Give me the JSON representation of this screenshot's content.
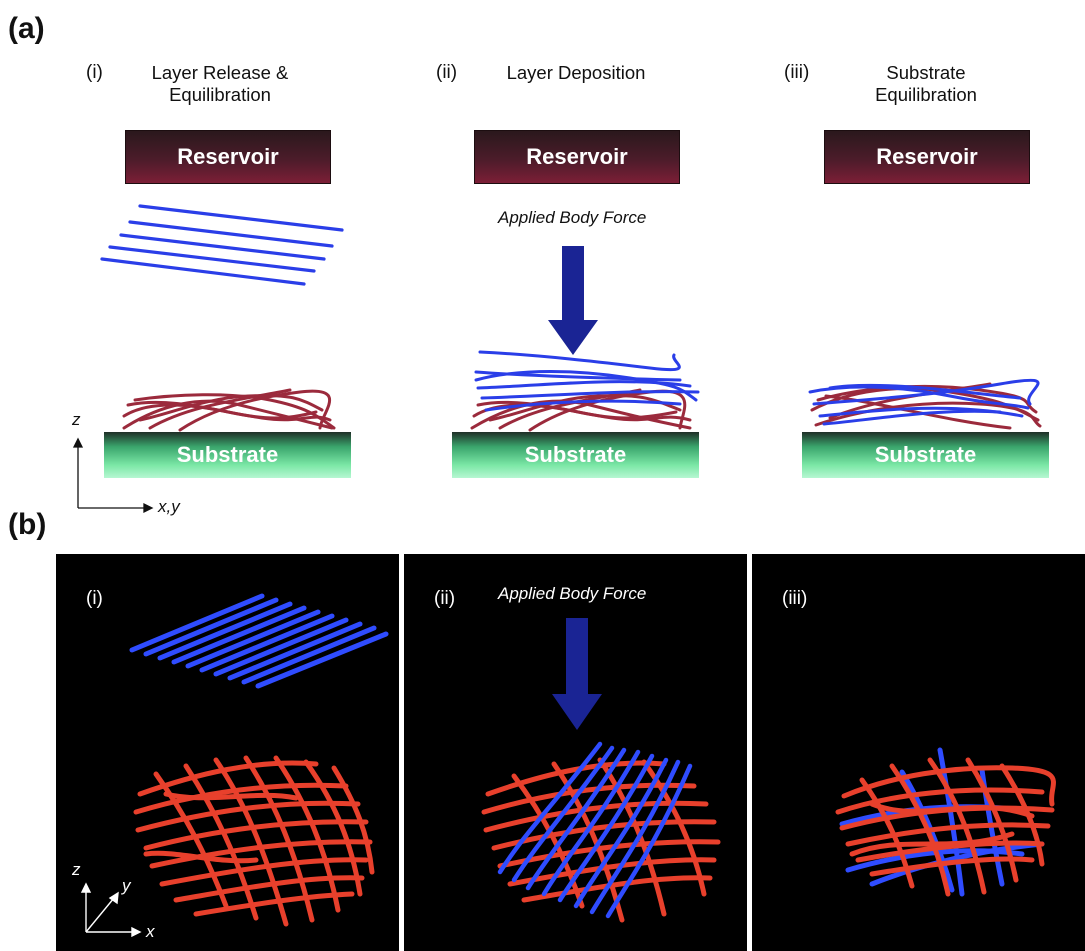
{
  "part_a": {
    "label": "(a)",
    "columns": [
      {
        "numeral": "(i)",
        "caption_lines": [
          "Layer Release &",
          "Equilibration"
        ],
        "reservoir": "Reservoir",
        "substrate": "Substrate"
      },
      {
        "numeral": "(ii)",
        "caption_lines": [
          "Layer Deposition"
        ],
        "reservoir": "Reservoir",
        "substrate": "Substrate",
        "force_label": "Applied Body Force"
      },
      {
        "numeral": "(iii)",
        "caption_lines": [
          "Substrate",
          "Equilibration"
        ],
        "reservoir": "Reservoir",
        "substrate": "Substrate"
      }
    ],
    "axes": {
      "vertical": "z",
      "horizontal": "x,y"
    }
  },
  "part_b": {
    "label": "(b)",
    "panels": [
      {
        "numeral": "(i)"
      },
      {
        "numeral": "(ii)",
        "force_label": "Applied Body Force"
      },
      {
        "numeral": "(iii)"
      }
    ],
    "axes": {
      "z": "z",
      "y": "y",
      "x": "x"
    }
  },
  "colors": {
    "blue_fiber": "#2a3ee8",
    "red_fiber_a": "#9b2a3c",
    "red_fiber_b": "#e8402c",
    "arrow": "#1a2494",
    "reservoir": "#4c1c2a",
    "substrate": "#5fd492",
    "panel_bg": "#000000"
  }
}
